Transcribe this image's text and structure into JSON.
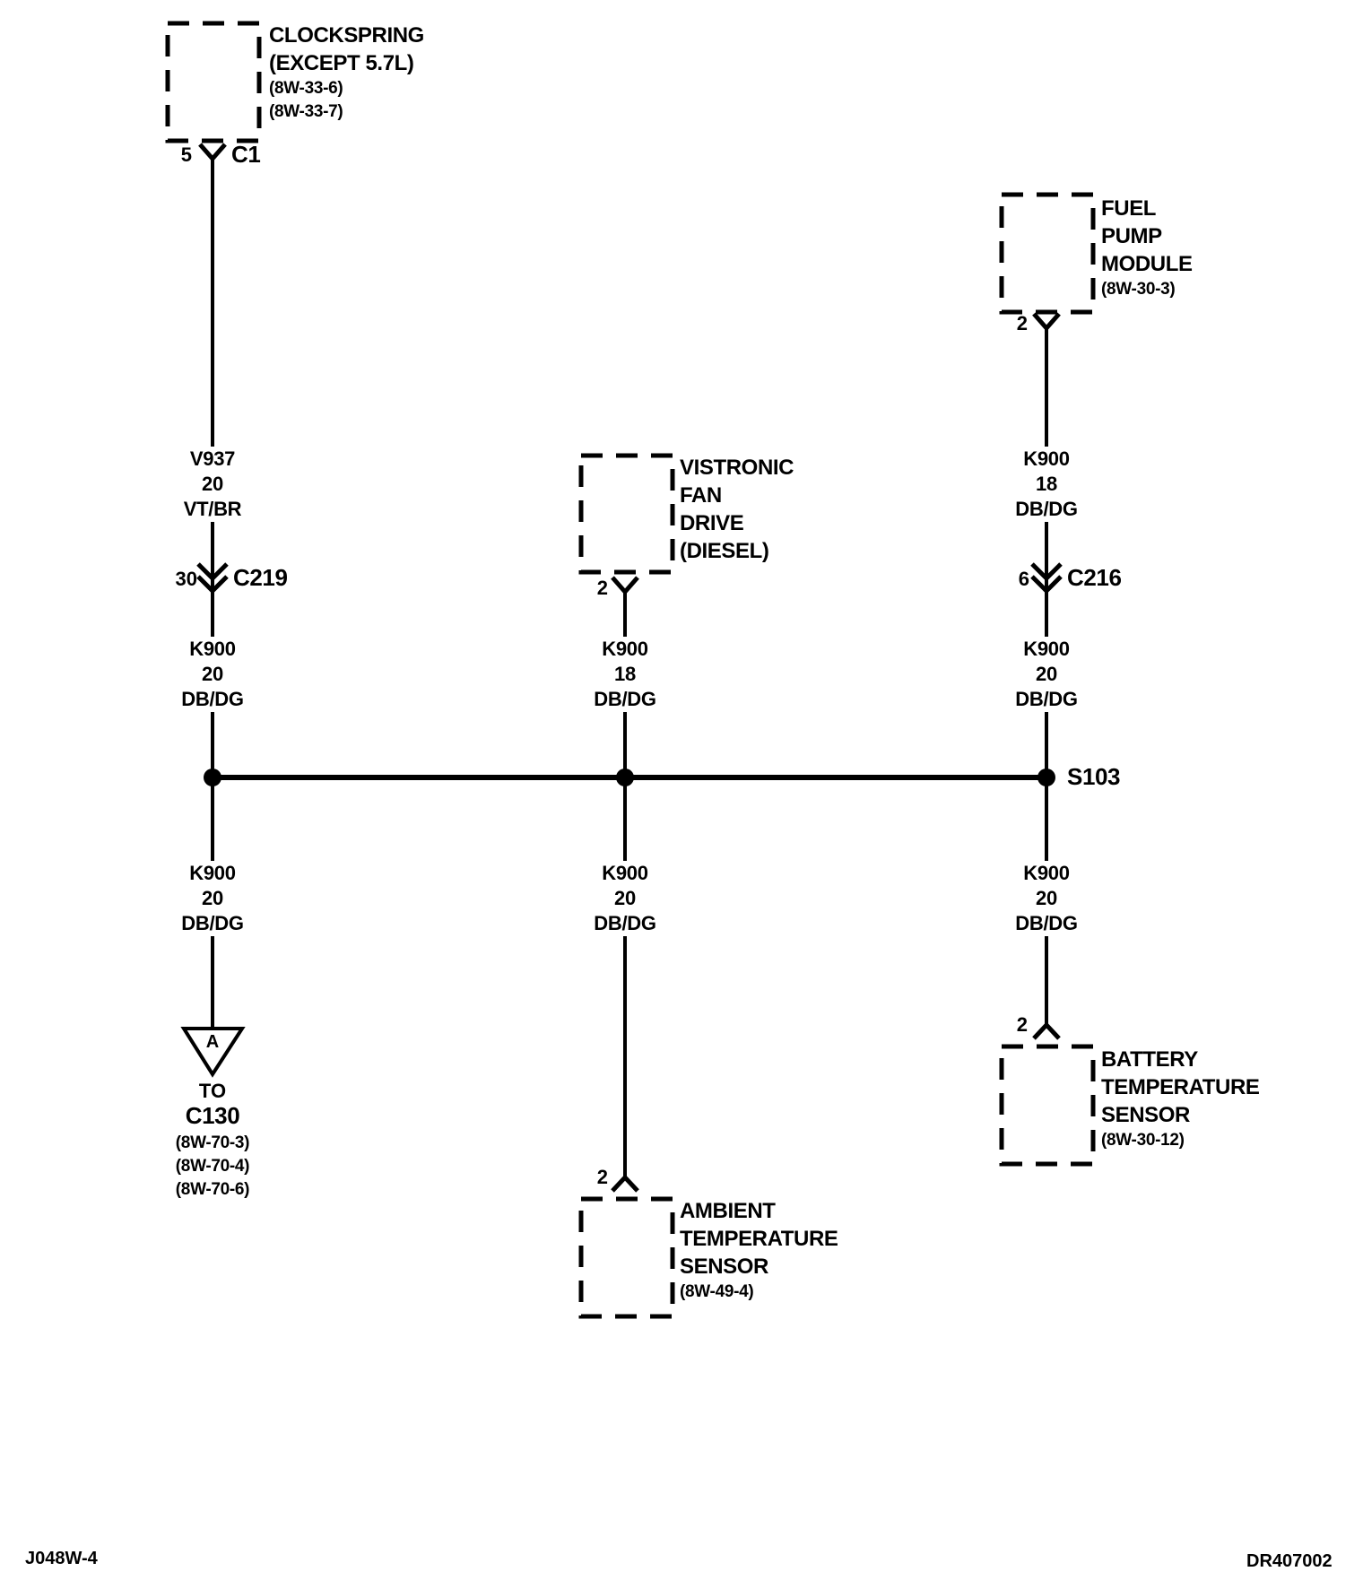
{
  "colors": {
    "ink": "#000000",
    "paper": "#ffffff"
  },
  "footer": {
    "left_code": "J048W-4",
    "right_code": "DR407002"
  },
  "components": {
    "clockspring": {
      "name_line1": "CLOCKSPRING",
      "name_line2": "(EXCEPT 5.7L)",
      "ref1": "(8W-33-6)",
      "ref2": "(8W-33-7)"
    },
    "vistronic_fan_drive": {
      "name_line1": "VISTRONIC",
      "name_line2": "FAN",
      "name_line3": "DRIVE",
      "name_line4": "(DIESEL)",
      "pin": "2"
    },
    "fuel_pump_module": {
      "name_line1": "FUEL",
      "name_line2": "PUMP",
      "name_line3": "MODULE",
      "ref": "(8W-30-3)",
      "pin": "2"
    },
    "ambient_temperature_sensor": {
      "name_line1": "AMBIENT",
      "name_line2": "TEMPERATURE",
      "name_line3": "SENSOR",
      "ref": "(8W-49-4)",
      "pin": "2"
    },
    "battery_temperature_sensor": {
      "name_line1": "BATTERY",
      "name_line2": "TEMPERATURE",
      "name_line3": "SENSOR",
      "ref": "(8W-30-12)",
      "pin": "2"
    }
  },
  "connectors": {
    "c1": {
      "pin": "5",
      "name": "C1"
    },
    "c219": {
      "pin": "30",
      "name": "C219"
    },
    "c216": {
      "pin": "6",
      "name": "C216"
    }
  },
  "splices": {
    "s103": {
      "name": "S103"
    }
  },
  "takeouts": {
    "a": {
      "letter": "A",
      "to_label": "TO",
      "connector": "C130",
      "ref1": "(8W-70-3)",
      "ref2": "(8W-70-4)",
      "ref3": "(8W-70-6)"
    }
  },
  "wires": {
    "clockspring_to_c219": {
      "circuit": "V937",
      "gauge": "20",
      "color": "VT/BR"
    },
    "c219_to_splice": {
      "circuit": "K900",
      "gauge": "20",
      "color": "DB/DG"
    },
    "splice_to_c130": {
      "circuit": "K900",
      "gauge": "20",
      "color": "DB/DG"
    },
    "fan_to_splice": {
      "circuit": "K900",
      "gauge": "18",
      "color": "DB/DG"
    },
    "splice_to_ambient": {
      "circuit": "K900",
      "gauge": "20",
      "color": "DB/DG"
    },
    "fuelpump_to_c216": {
      "circuit": "K900",
      "gauge": "18",
      "color": "DB/DG"
    },
    "c216_to_splice": {
      "circuit": "K900",
      "gauge": "20",
      "color": "DB/DG"
    },
    "splice_to_battery": {
      "circuit": "K900",
      "gauge": "20",
      "color": "DB/DG"
    }
  }
}
